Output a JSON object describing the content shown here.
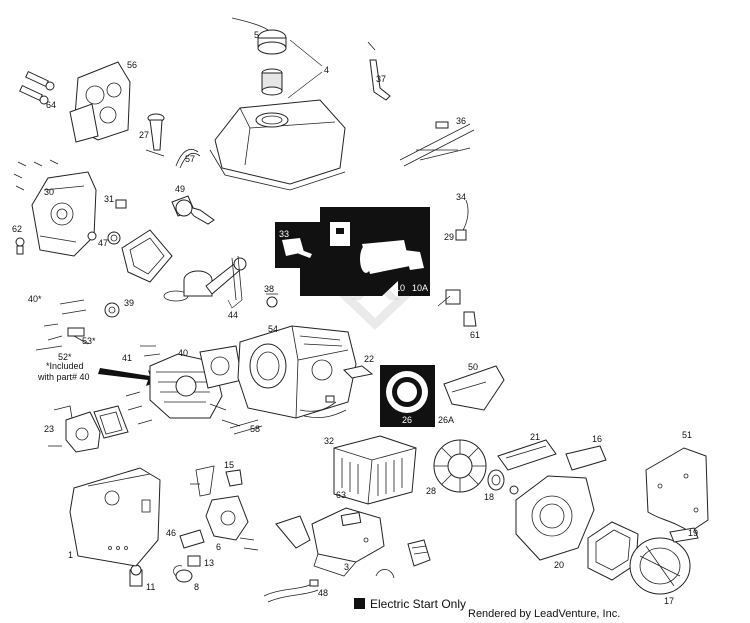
{
  "parts": {
    "p1": "1",
    "p3": "3",
    "p4": "4",
    "p5": "5",
    "p6": "6",
    "p8": "8",
    "p10": "10",
    "p10a": "10A",
    "p11": "11",
    "p13": "13",
    "p15": "15",
    "p16": "16",
    "p17": "17",
    "p18": "18",
    "p19": "19",
    "p20": "20",
    "p21": "21",
    "p22": "22",
    "p23": "23",
    "p26": "26",
    "p26a": "26A",
    "p27": "27",
    "p28": "28",
    "p29": "29",
    "p30": "30",
    "p31": "31",
    "p32": "32",
    "p33": "33",
    "p34": "34",
    "p36": "36",
    "p37": "37",
    "p38": "38",
    "p39": "39",
    "p40": "40",
    "p40s": "40*",
    "p41": "41",
    "p44": "44",
    "p46": "46",
    "p47": "47",
    "p48": "48",
    "p49": "49",
    "p50": "50",
    "p51": "51",
    "p52s": "52*",
    "p53s": "53*",
    "p54": "54",
    "p56": "56",
    "p57": "57",
    "p58": "58",
    "p61": "61",
    "p62": "62",
    "p63": "63",
    "p64": "64"
  },
  "note": {
    "line1": "*Included",
    "line2": "with part# 40"
  },
  "legend": {
    "label": "Electric Start Only"
  },
  "credit": {
    "text": "Rendered by LeadVenture, Inc."
  }
}
